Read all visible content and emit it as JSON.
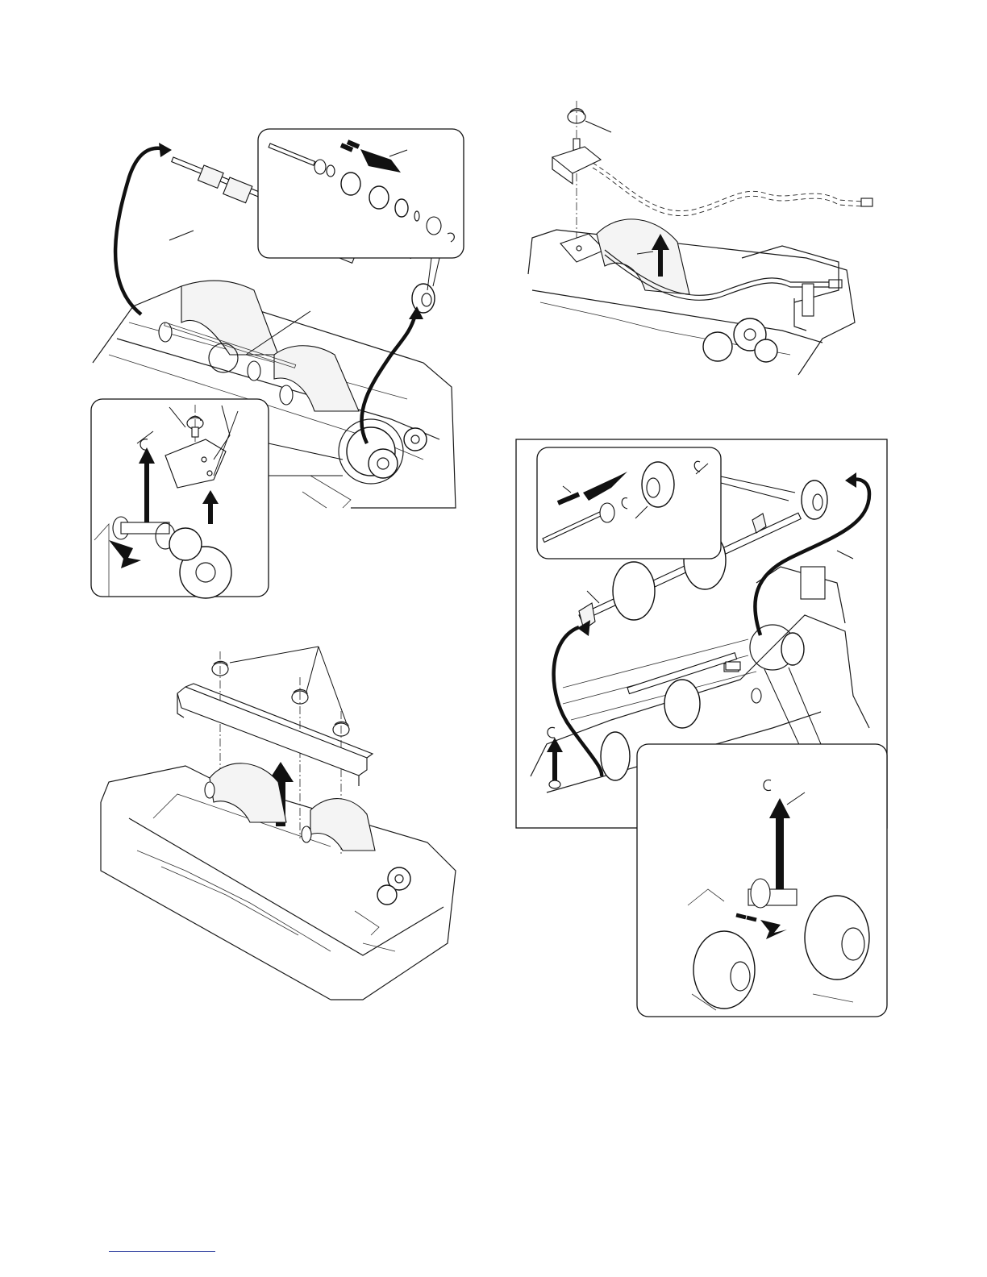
{
  "figures": [
    {
      "id": "figure-roller-shaft-removal",
      "description_icon": "exploded-assembly"
    },
    {
      "id": "figure-sensor-bracket-removal",
      "description_icon": "exploded-assembly"
    },
    {
      "id": "figure-cover-plate-removal",
      "description_icon": "exploded-assembly"
    },
    {
      "id": "figure-paper-feed-roller-removal",
      "description_icon": "exploded-assembly"
    }
  ],
  "colors": {
    "line": "#111111",
    "footer_rule": "#3040a0"
  }
}
